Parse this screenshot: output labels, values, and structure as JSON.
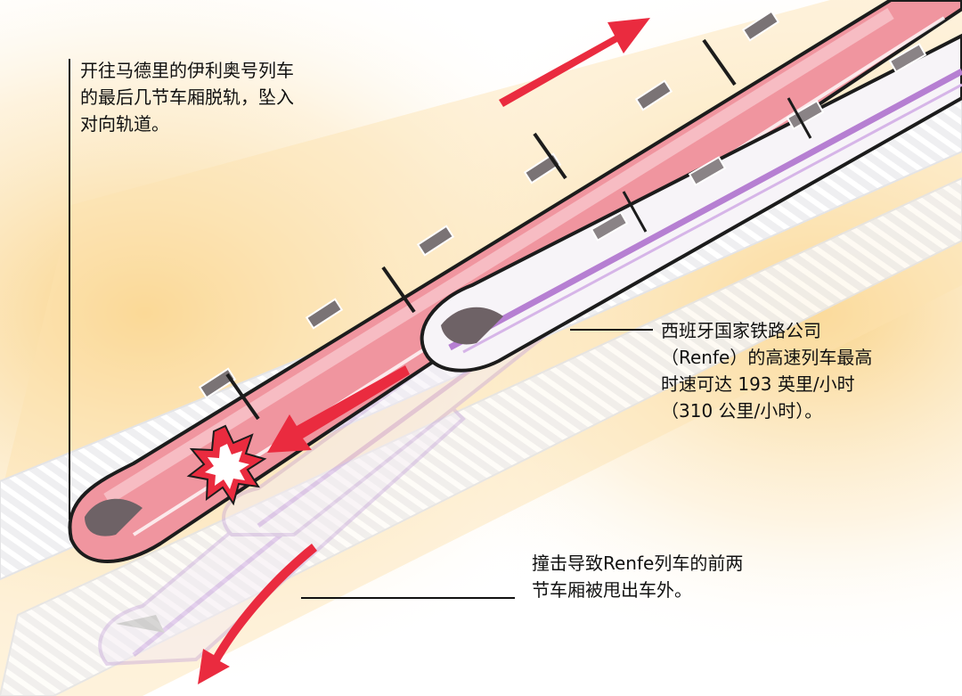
{
  "annotations": {
    "iryo": "开往马德里的伊利奥号列车\n的最后几节车厢脱轨，坠入\n对向轨道。",
    "renfe": "西班牙国家铁路公司\n（Renfe）的高速列车最高\n时速可达 193 英里/小时\n（310 公里/小时）。",
    "impact": "撞击导致Renfe列车的前两\n节车厢被甩出车外。"
  },
  "colors": {
    "iryo_body": "#f0959f",
    "iryo_light": "#f7bcc3",
    "renfe_stripe": "#b67fd2",
    "arrow": "#ea2b3f",
    "glow": "#f7c25a",
    "track": "#e8e8ea"
  },
  "icons": {
    "direction_arrow": "arrow-icon",
    "impact_burst": "explosion-icon"
  }
}
